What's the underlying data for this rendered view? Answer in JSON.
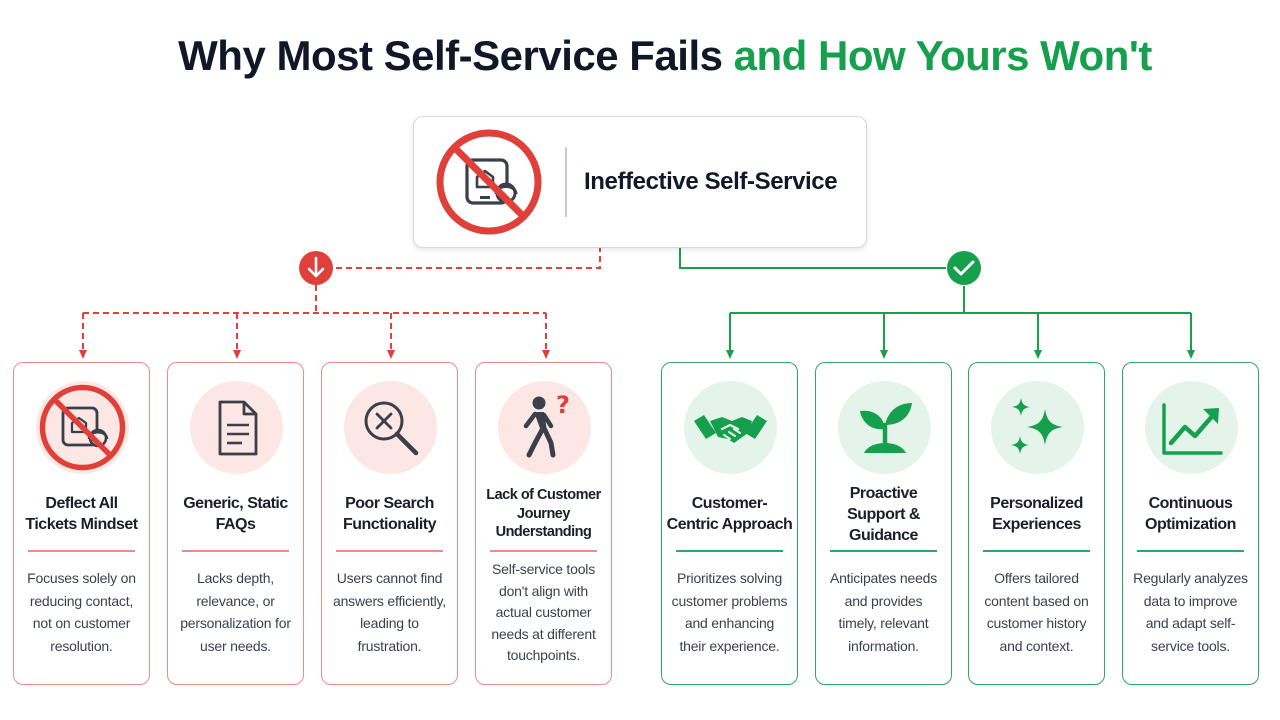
{
  "title": {
    "part1": "Why Most Self-Service Fails",
    "part2": "and How Yours Won't"
  },
  "colors": {
    "red": "#e0403a",
    "green": "#16a04e",
    "dark": "#101828"
  },
  "root": {
    "label": "Ineffective Self-Service",
    "icon": "no-support-icon"
  },
  "failures": [
    {
      "title": "Deflect All Tickets Mindset",
      "description": "Focuses solely on reducing contact, not on customer resolution.",
      "icon": "no-support-icon"
    },
    {
      "title": "Generic, Static FAQs",
      "description": "Lacks depth, relevance, or personalization for user needs.",
      "icon": "document-icon"
    },
    {
      "title": "Poor Search Functionality",
      "description": "Users cannot find answers efficiently, leading to frustration.",
      "icon": "search-fail-icon"
    },
    {
      "title": "Lack of Customer Journey Understanding",
      "description": "Self-service tools don't align with actual customer needs at different touchpoints.",
      "icon": "confused-walker-icon"
    }
  ],
  "solutions": [
    {
      "title": "Customer-Centric Approach",
      "description": "Prioritizes solving customer problems and enhancing their experience.",
      "icon": "handshake-icon"
    },
    {
      "title": "Proactive Support & Guidance",
      "description": "Anticipates needs and provides timely, relevant information.",
      "icon": "sprout-icon"
    },
    {
      "title": "Personalized Experiences",
      "description": "Offers tailored content based on customer history and context.",
      "icon": "sparkles-icon"
    },
    {
      "title": "Continuous Optimization",
      "description": "Regularly analyzes data to improve and adapt self-service tools.",
      "icon": "trend-up-icon"
    }
  ]
}
